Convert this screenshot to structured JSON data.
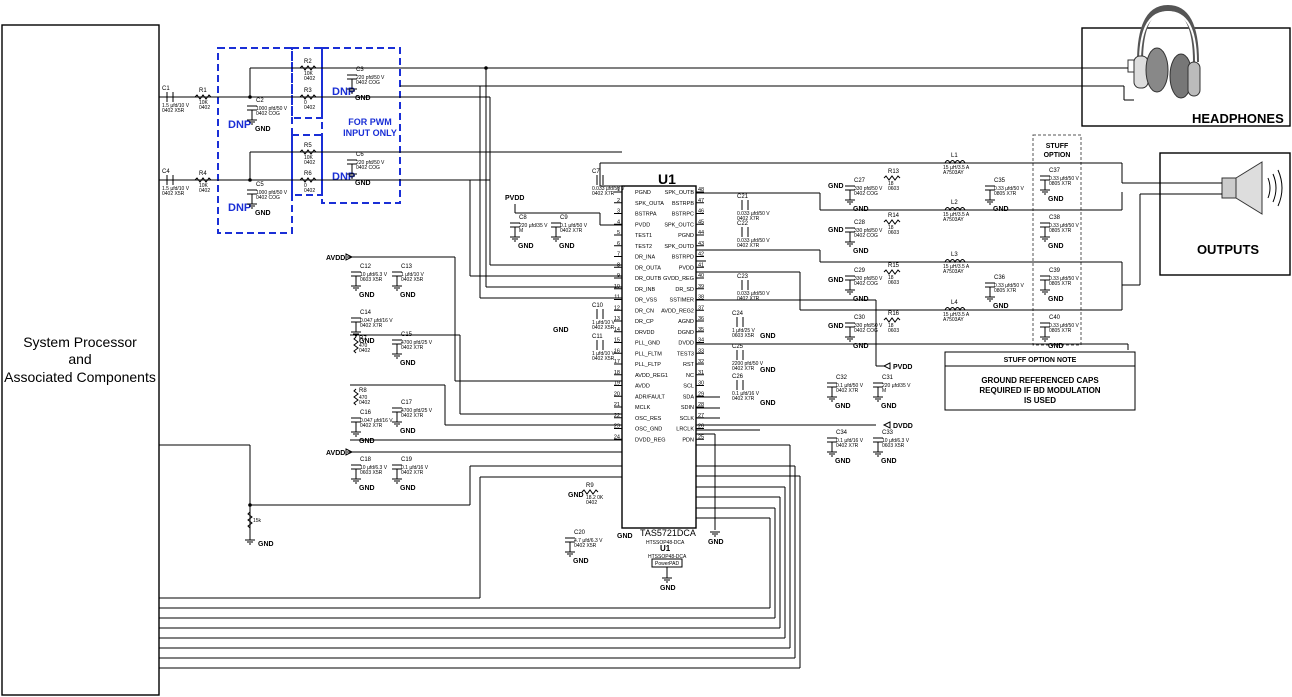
{
  "blocks": {
    "processor": [
      "System Processor",
      "and",
      "Associated Components"
    ],
    "headphones": "HEADPHONES",
    "outputs": "OUTPUTS",
    "stuff_option": [
      "STUFF",
      "OPTION"
    ],
    "stuff_note_title": "STUFF OPTION NOTE",
    "stuff_note_text": [
      "GROUND REFERENCED CAPS",
      "REQUIRED IF BD MODULATION",
      "IS USED"
    ],
    "pwm_note": [
      "FOR PWM",
      "INPUT ONLY"
    ],
    "dnp": "DNP"
  },
  "ic": {
    "ref": "U1",
    "part": "TAS5721DCA",
    "pkg": "HTSSOP48-DCA",
    "ref2": "U1",
    "pkg2": "HTSSOP48-DCA",
    "pad": "PowerPAD",
    "left_pins": [
      {
        "num": "1",
        "name": "PGND"
      },
      {
        "num": "2",
        "name": "SPK_OUTA"
      },
      {
        "num": "3",
        "name": "BSTRPA"
      },
      {
        "num": "4",
        "name": "PVDD"
      },
      {
        "num": "5",
        "name": "TEST1"
      },
      {
        "num": "6",
        "name": "TEST2"
      },
      {
        "num": "7",
        "name": "DR_INA"
      },
      {
        "num": "8",
        "name": "DR_OUTA"
      },
      {
        "num": "9",
        "name": "DR_OUTB"
      },
      {
        "num": "10",
        "name": "DR_INB"
      },
      {
        "num": "11",
        "name": "DR_VSS"
      },
      {
        "num": "12",
        "name": "DR_CN"
      },
      {
        "num": "13",
        "name": "DR_CP"
      },
      {
        "num": "14",
        "name": "DRVDD"
      },
      {
        "num": "15",
        "name": "PLL_GND"
      },
      {
        "num": "16",
        "name": "PLL_FLTM"
      },
      {
        "num": "17",
        "name": "PLL_FLTP"
      },
      {
        "num": "18",
        "name": "AVDD_REG1"
      },
      {
        "num": "19",
        "name": "AVDD"
      },
      {
        "num": "20",
        "name": "ADR/FAULT"
      },
      {
        "num": "21",
        "name": "MCLK"
      },
      {
        "num": "22",
        "name": "OSC_RES"
      },
      {
        "num": "23",
        "name": "OSC_GND"
      },
      {
        "num": "24",
        "name": "DVDD_REG"
      }
    ],
    "right_pins": [
      {
        "num": "48",
        "name": "SPK_OUTB"
      },
      {
        "num": "47",
        "name": "BSTRPB"
      },
      {
        "num": "46",
        "name": "BSTRPC"
      },
      {
        "num": "45",
        "name": "SPK_OUTC"
      },
      {
        "num": "44",
        "name": "PGND"
      },
      {
        "num": "43",
        "name": "SPK_OUTD"
      },
      {
        "num": "42",
        "name": "BSTRPD"
      },
      {
        "num": "41",
        "name": "PVDD"
      },
      {
        "num": "40",
        "name": "GVDD_REG"
      },
      {
        "num": "39",
        "name": "DR_SD"
      },
      {
        "num": "38",
        "name": "SSTIMER"
      },
      {
        "num": "37",
        "name": "AVDD_REG2"
      },
      {
        "num": "36",
        "name": "AGND"
      },
      {
        "num": "35",
        "name": "DGND"
      },
      {
        "num": "34",
        "name": "DVDD"
      },
      {
        "num": "33",
        "name": "TEST3"
      },
      {
        "num": "32",
        "name": "RST"
      },
      {
        "num": "31",
        "name": "NC"
      },
      {
        "num": "30",
        "name": "SCL"
      },
      {
        "num": "29",
        "name": "SDA"
      },
      {
        "num": "28",
        "name": "SDIN"
      },
      {
        "num": "27",
        "name": "SCLK"
      },
      {
        "num": "26",
        "name": "LRCLK"
      },
      {
        "num": "25",
        "name": "PDN"
      }
    ]
  },
  "components": [
    {
      "id": "c1",
      "ref": "C1",
      "v1": "1.5 µfd/10 V",
      "v2": "0402  X5R"
    },
    {
      "id": "r1",
      "ref": "R1",
      "v1": "10K",
      "v2": "0402"
    },
    {
      "id": "c2",
      "ref": "C2",
      "v1": "1000 pfd/50 V",
      "v2": "0402  COG"
    },
    {
      "id": "r2",
      "ref": "R2",
      "v1": "10K",
      "v2": "0402"
    },
    {
      "id": "r3",
      "ref": "R3",
      "v1": "0",
      "v2": "0402"
    },
    {
      "id": "c3",
      "ref": "C3",
      "v1": "220 pfd/50 V",
      "v2": "0402  COG"
    },
    {
      "id": "c4",
      "ref": "C4",
      "v1": "1.5 µfd/10 V",
      "v2": "0402  X5R"
    },
    {
      "id": "r4",
      "ref": "R4",
      "v1": "10K",
      "v2": "0402"
    },
    {
      "id": "c5",
      "ref": "C5",
      "v1": "1000 pfd/50 V",
      "v2": "0402  COG"
    },
    {
      "id": "r5",
      "ref": "R5",
      "v1": "10K",
      "v2": "0402"
    },
    {
      "id": "r6",
      "ref": "R6",
      "v1": "0",
      "v2": "0402"
    },
    {
      "id": "c6",
      "ref": "C6",
      "v1": "220 pfd/50 V",
      "v2": "0402  COG"
    },
    {
      "id": "c7",
      "ref": "C7",
      "v1": "0.033 µfd/50 V",
      "v2": "0402  X7R"
    },
    {
      "id": "c8",
      "ref": "C8",
      "v1": "220 µfd/35 V",
      "v2": "M"
    },
    {
      "id": "c9",
      "ref": "C9",
      "v1": "0.1 µfd/50 V",
      "v2": "0402  X7R"
    },
    {
      "id": "c10",
      "ref": "C10",
      "v1": "1 µfd/10 V",
      "v2": "0402  X5R"
    },
    {
      "id": "c11",
      "ref": "C11",
      "v1": "1 µfd/10 V",
      "v2": "0402  X5R"
    },
    {
      "id": "c12",
      "ref": "C12",
      "v1": "10 µfd/6.3 V",
      "v2": "0603  X5R"
    },
    {
      "id": "c13",
      "ref": "C13",
      "v1": "1 µfd/10 V",
      "v2": "0402  X5R"
    },
    {
      "id": "c14",
      "ref": "C14",
      "v1": "0.047 µfd/16 V",
      "v2": "0402  X7R"
    },
    {
      "id": "r7",
      "ref": "R7",
      "v1": "470",
      "v2": "0402"
    },
    {
      "id": "c15",
      "ref": "C15",
      "v1": "4700 pfd/25 V",
      "v2": "0402  X7R"
    },
    {
      "id": "r8",
      "ref": "R8",
      "v1": "470",
      "v2": "0402"
    },
    {
      "id": "c16",
      "ref": "C16",
      "v1": "0.047 µfd/16 V",
      "v2": "0402  X7R"
    },
    {
      "id": "c17",
      "ref": "C17",
      "v1": "4700 pfd/25 V",
      "v2": "0402  X7R"
    },
    {
      "id": "c18",
      "ref": "C18",
      "v1": "10 µfd/6.3 V",
      "v2": "0603  X5R"
    },
    {
      "id": "c19",
      "ref": "C19",
      "v1": "0.1 µfd/16 V",
      "v2": "0402  X7R"
    },
    {
      "id": "r9",
      "ref": "R9",
      "v1": "18.2 0K",
      "v2": "0402"
    },
    {
      "id": "c20",
      "ref": "C20",
      "v1": "4.7 µfd/6.3 V",
      "v2": "0402  X5R"
    },
    {
      "id": "c21",
      "ref": "C21",
      "v1": "0.033 µfd/50 V",
      "v2": "0402  X7R"
    },
    {
      "id": "c22",
      "ref": "C22",
      "v1": "0.033 µfd/50 V",
      "v2": "0402  X7R"
    },
    {
      "id": "c23",
      "ref": "C23",
      "v1": "0.033 µfd/50 V",
      "v2": "0402  X7R"
    },
    {
      "id": "c24",
      "ref": "C24",
      "v1": "1 µfd/25 V",
      "v2": "0603  X5R"
    },
    {
      "id": "c25",
      "ref": "C25",
      "v1": "2200 pfd/50 V",
      "v2": "0402  X7R"
    },
    {
      "id": "c26",
      "ref": "C26",
      "v1": "0.1 µfd/16 V",
      "v2": "0402  X7R"
    },
    {
      "id": "c27",
      "ref": "C27",
      "v1": "330 pfd/50 V",
      "v2": "0402  COG"
    },
    {
      "id": "r13",
      "ref": "R13",
      "v1": "18",
      "v2": "0603"
    },
    {
      "id": "l1",
      "ref": "L1",
      "v1": "15 µH/3.5 A",
      "v2": "A7503AY"
    },
    {
      "id": "c35",
      "ref": "C35",
      "v1": "0.33 µfd/50 V",
      "v2": "0805  X7R"
    },
    {
      "id": "c28",
      "ref": "C28",
      "v1": "330 pfd/50 V",
      "v2": "0402  COG"
    },
    {
      "id": "r14",
      "ref": "R14",
      "v1": "18",
      "v2": "0603"
    },
    {
      "id": "l2",
      "ref": "L2",
      "v1": "15 µH/3.5 A",
      "v2": "A7503AY"
    },
    {
      "id": "c29",
      "ref": "C29",
      "v1": "330 pfd/50 V",
      "v2": "0402  COG"
    },
    {
      "id": "r15",
      "ref": "R15",
      "v1": "18",
      "v2": "0603"
    },
    {
      "id": "l3",
      "ref": "L3",
      "v1": "15 µH/3.5 A",
      "v2": "A7503AY"
    },
    {
      "id": "c36",
      "ref": "C36",
      "v1": "0.33 µfd/50 V",
      "v2": "0805  X7R"
    },
    {
      "id": "c30",
      "ref": "C30",
      "v1": "330 pfd/50 V",
      "v2": "0402  COG"
    },
    {
      "id": "r16",
      "ref": "R16",
      "v1": "18",
      "v2": "0603"
    },
    {
      "id": "l4",
      "ref": "L4",
      "v1": "15 µH/3.5 A",
      "v2": "A7503AY"
    },
    {
      "id": "c37",
      "ref": "C37",
      "v1": "0.33 µfd/50 V",
      "v2": "0805  X7R"
    },
    {
      "id": "c38",
      "ref": "C38",
      "v1": "0.33 µfd/50 V",
      "v2": "0805  X7R"
    },
    {
      "id": "c39",
      "ref": "C39",
      "v1": "0.33 µfd/50 V",
      "v2": "0805  X7R"
    },
    {
      "id": "c40",
      "ref": "C40",
      "v1": "0.33 µfd/50 V",
      "v2": "0805  X7R"
    },
    {
      "id": "c31",
      "ref": "C31",
      "v1": "220 µfd/35 V",
      "v2": "M"
    },
    {
      "id": "c32",
      "ref": "C32",
      "v1": "0.1 µfd/50 V",
      "v2": "0402  X7R"
    },
    {
      "id": "c33",
      "ref": "C33",
      "v1": "10 µfd/6.3 V",
      "v2": "0603  X5R"
    },
    {
      "id": "c34",
      "ref": "C34",
      "v1": "0.1 µfd/16 V",
      "v2": "0402  X7R"
    },
    {
      "id": "r15k",
      "ref": "",
      "v1": "15k",
      "v2": ""
    }
  ],
  "nets": {
    "gnd": "GND",
    "pvdd": "PVDD",
    "avdd": "AVDD",
    "dvdd": "DVDD"
  }
}
